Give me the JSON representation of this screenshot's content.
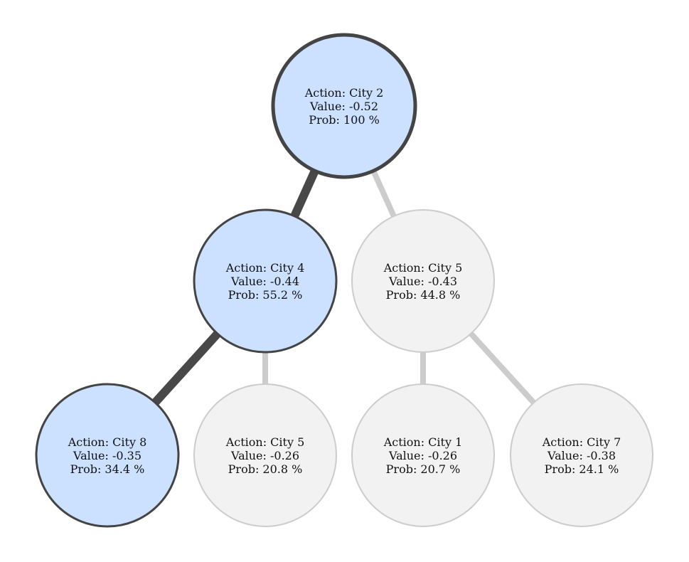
{
  "colors": {
    "selected_fill": "#cce0ff",
    "selected_stroke": "#444444",
    "other_fill": "#f2f2f2",
    "other_stroke": "#cccccc",
    "selected_edge": "#484848",
    "other_edge": "#cccccc"
  },
  "nodes": [
    {
      "id": "root",
      "action": "Action: City 2",
      "value": "Value: -0.52",
      "prob": "Prob: 100 %",
      "selected": true
    },
    {
      "id": "n4",
      "action": "Action: City 4",
      "value": "Value: -0.44",
      "prob": "Prob: 55.2 %",
      "selected": true
    },
    {
      "id": "n5",
      "action": "Action: City 5",
      "value": "Value: -0.43",
      "prob": "Prob: 44.8 %",
      "selected": false
    },
    {
      "id": "n8",
      "action": "Action: City 8",
      "value": "Value: -0.35",
      "prob": "Prob: 34.4 %",
      "selected": true
    },
    {
      "id": "n4_5",
      "action": "Action: City 5",
      "value": "Value: -0.26",
      "prob": "Prob: 20.8 %",
      "selected": false
    },
    {
      "id": "n5_1",
      "action": "Action: City 1",
      "value": "Value: -0.26",
      "prob": "Prob: 20.7 %",
      "selected": false
    },
    {
      "id": "n5_7",
      "action": "Action: City 7",
      "value": "Value: -0.38",
      "prob": "Prob: 24.1 %",
      "selected": false
    }
  ],
  "edges": [
    {
      "from": "root",
      "to": "n4",
      "selected": true
    },
    {
      "from": "root",
      "to": "n5",
      "selected": false
    },
    {
      "from": "n4",
      "to": "n8",
      "selected": true
    },
    {
      "from": "n4",
      "to": "n4_5",
      "selected": false
    },
    {
      "from": "n5",
      "to": "n5_1",
      "selected": false
    },
    {
      "from": "n5",
      "to": "n5_7",
      "selected": false
    }
  ]
}
